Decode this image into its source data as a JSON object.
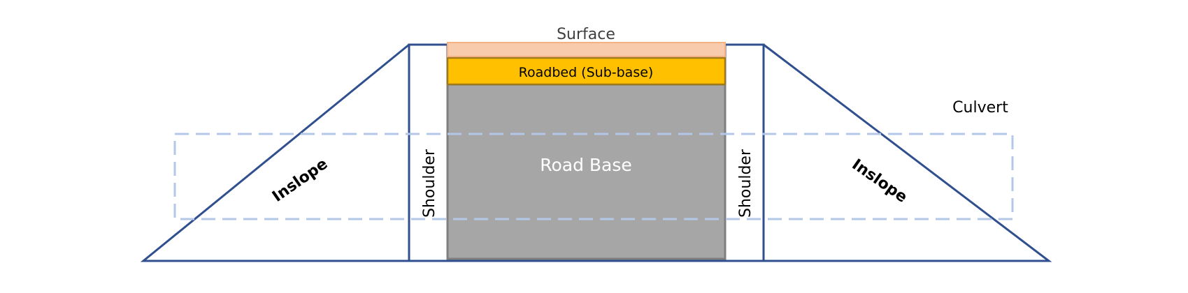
{
  "diagram": {
    "labels": {
      "surface": "Surface",
      "roadbed": "Roadbed (Sub-base)",
      "road_base": "Road Base",
      "shoulder_left": "Shoulder",
      "shoulder_right": "Shoulder",
      "inslope_left": "Inslope",
      "inslope_right": "Inslope",
      "culvert": "Culvert"
    },
    "colors": {
      "outline": "#2f4f8f",
      "surface_fill": "#f8cbad",
      "surface_stroke": "#f4b183",
      "roadbed_fill": "#ffc000",
      "roadbed_stroke": "#a07a1a",
      "road_base_fill": "#a6a6a6",
      "road_base_stroke": "#7f7f7f",
      "culvert_stroke": "#b4c7e7",
      "text_dark": "#000000",
      "text_light": "#ffffff"
    }
  }
}
